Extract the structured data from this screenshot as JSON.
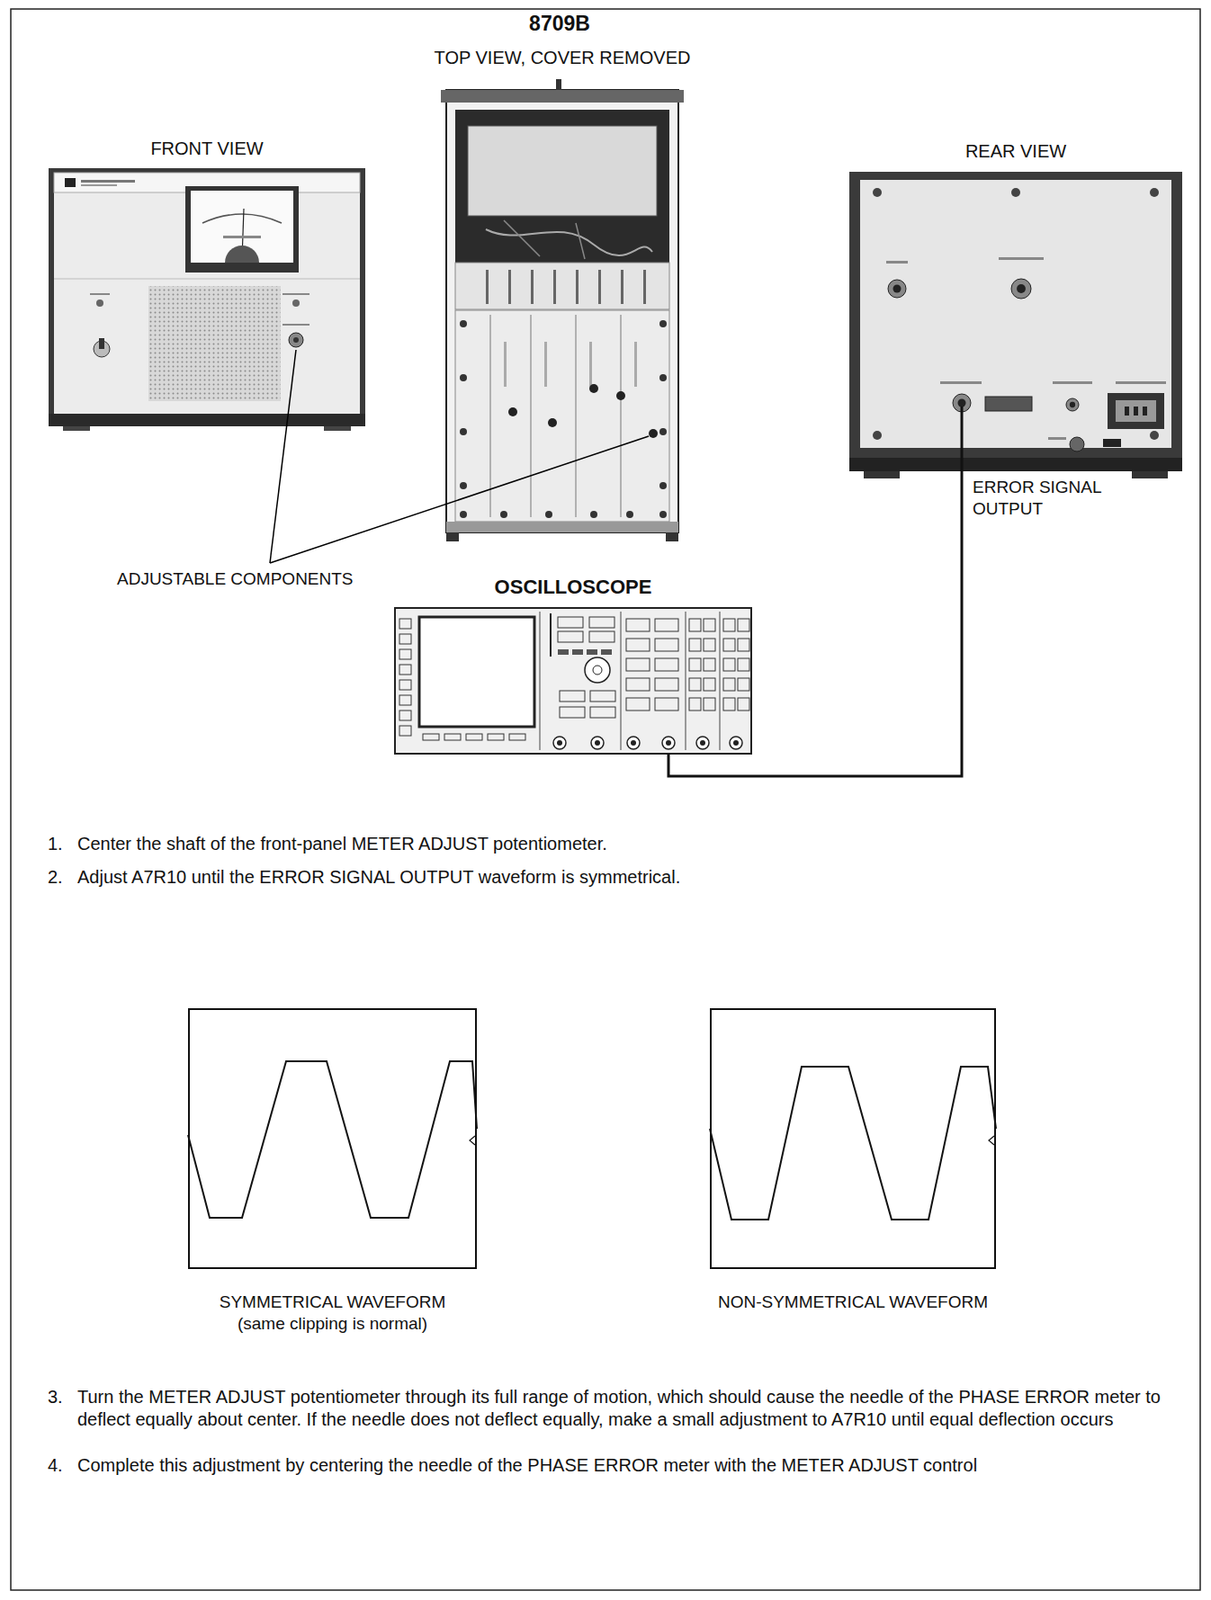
{
  "diagram": {
    "title": "8709B",
    "nodes": [
      {
        "text": [
          "FRONT VIEW"
        ]
      },
      {
        "text": [
          "TOP VIEW, COVER REMOVED"
        ]
      },
      {
        "text": [
          "REAR VIEW"
        ]
      },
      {
        "text": [
          "OSCILLOSCOPE"
        ]
      },
      {
        "text": [
          "SYMMETRICAL WAVEFORM",
          "(same clipping is normal)"
        ]
      },
      {
        "text": [
          "NON-SYMMETRICAL WAVEFORM"
        ]
      }
    ],
    "edges": [
      {
        "from": 2,
        "to": 3,
        "label": "ERROR SIGNAL OUTPUT",
        "arrow": "none"
      }
    ],
    "labels": [
      "ADJUSTABLE COMPONENTS",
      "1.",
      "Center the shaft of the front-panel METER ADJUST potentiometer.",
      "2.",
      "Adjust A7R10 until the ERROR SIGNAL OUTPUT waveform is symmetrical.",
      "3.",
      "Turn the METER ADJUST potentiometer through its full range of motion, which should cause the needle of the PHASE ERROR meter to deflect equally about center. If the needle does not deflect equally, make a small adjustment to A7R10 until equal deflection occurs",
      "4.",
      "Complete this adjustment by centering the needle of the PHASE ERROR meter with the METER ADJUST control"
    ]
  }
}
